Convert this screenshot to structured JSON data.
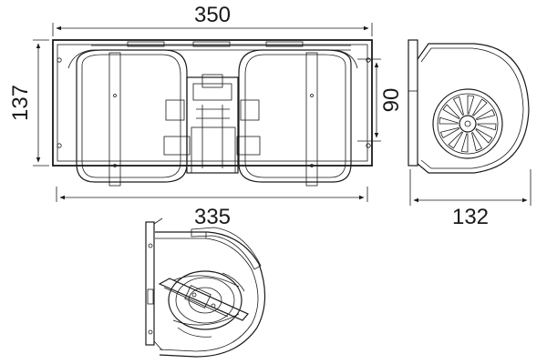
{
  "drawing": {
    "dimensions": {
      "overall_width": "350",
      "base_width": "335",
      "height": "137",
      "outlet_height": "90",
      "side_depth": "132"
    }
  }
}
